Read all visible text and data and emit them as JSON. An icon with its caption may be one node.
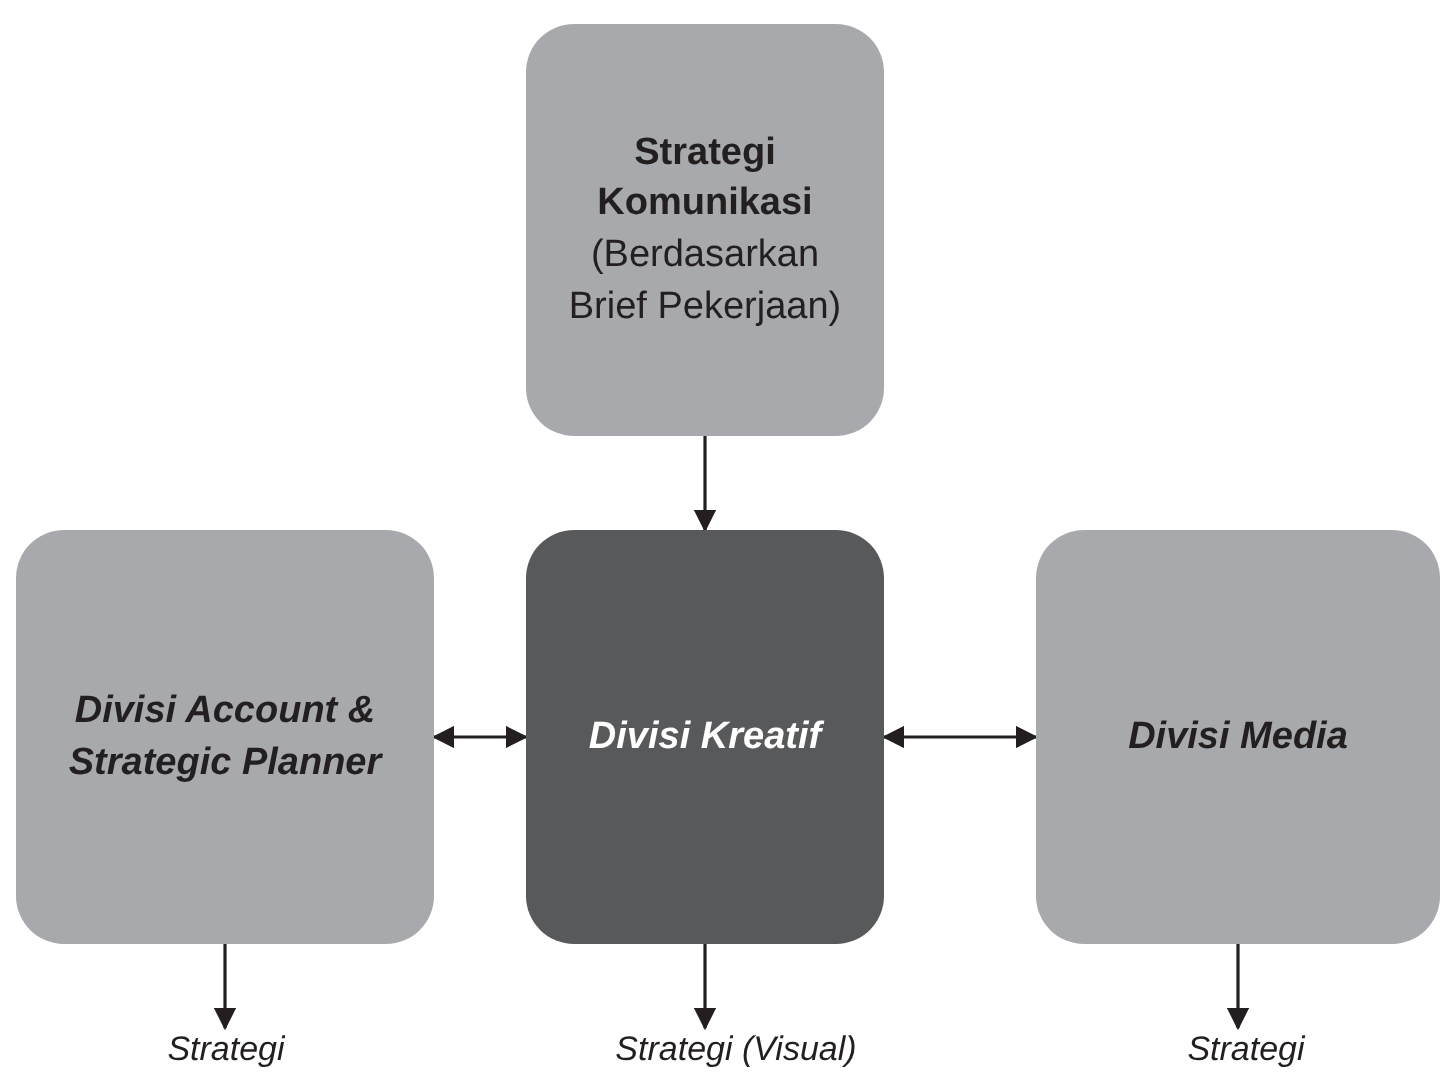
{
  "diagram": {
    "nodes": [
      {
        "text": [
          "Strategi Komunikasi",
          "(Berdasarkan Brief Pekerjaan)"
        ]
      },
      {
        "text": [
          "Divisi Account & Strategic Planner"
        ]
      },
      {
        "text": [
          "Divisi Kreatif"
        ]
      },
      {
        "text": [
          "Divisi Media"
        ]
      },
      {
        "text": [
          "Strategi"
        ]
      },
      {
        "text": [
          "Strategi (Visual)"
        ]
      },
      {
        "text": [
          "Strategi"
        ]
      }
    ],
    "edges": [
      {
        "from": 0,
        "to": 2,
        "arrow": "to"
      },
      {
        "from": 1,
        "to": 2,
        "arrow": "both"
      },
      {
        "from": 2,
        "to": 3,
        "arrow": "both"
      },
      {
        "from": 1,
        "to": 4,
        "arrow": "to"
      },
      {
        "from": 2,
        "to": 5,
        "arrow": "to"
      },
      {
        "from": 3,
        "to": 6,
        "arrow": "to"
      }
    ]
  }
}
